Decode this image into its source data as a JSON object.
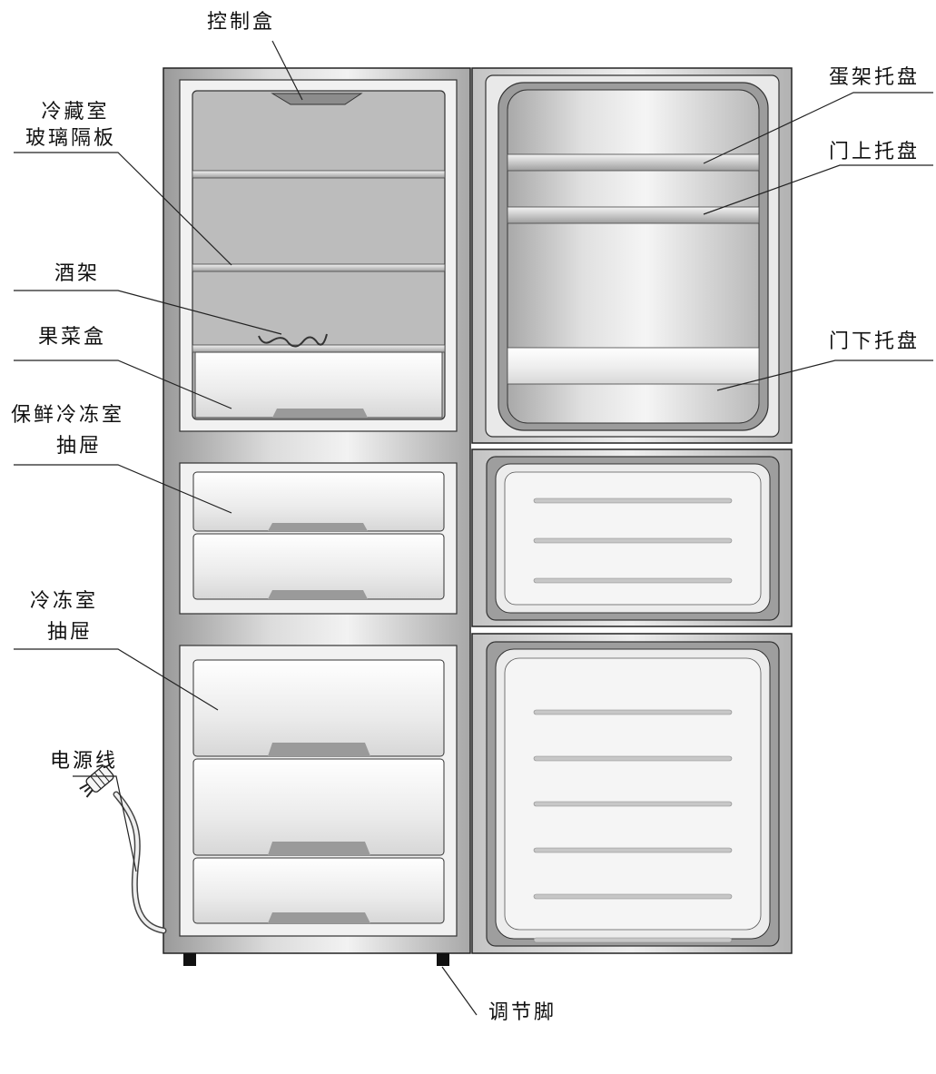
{
  "labels": {
    "control_box": "控制盒",
    "fridge_glass_shelf_line1": "冷藏室",
    "fridge_glass_shelf_line2": "玻璃隔板",
    "wine_rack": "酒架",
    "crisper": "果菜盒",
    "fresh_freezer_drawer_line1": "保鲜冷冻室",
    "fresh_freezer_drawer_line2": "抽屉",
    "freezer_drawer_line1": "冷冻室",
    "freezer_drawer_line2": "抽屉",
    "power_cord": "电源线",
    "egg_tray": "蛋架托盘",
    "door_upper_tray": "门上托盘",
    "door_lower_tray": "门下托盘",
    "adjustable_foot": "调节脚"
  },
  "colors": {
    "outline": "#222222",
    "cabinet_light": "#e6e6e6",
    "cabinet_dark": "#8e8e8e",
    "interior": "#bdbdbd",
    "drawer": "#ececec"
  }
}
